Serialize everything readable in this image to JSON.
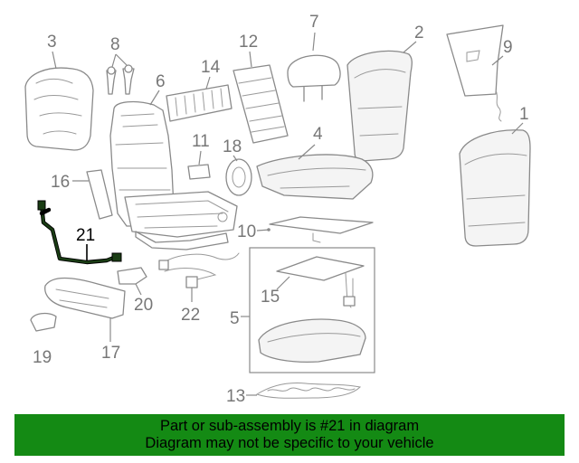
{
  "callouts": {
    "c1": "1",
    "c2": "2",
    "c3": "3",
    "c4": "4",
    "c5": "5",
    "c6": "6",
    "c7": "7",
    "c8": "8",
    "c9": "9",
    "c10": "10",
    "c11": "11",
    "c12": "12",
    "c13": "13",
    "c14": "14",
    "c15": "15",
    "c16": "16",
    "c17": "17",
    "c18": "18",
    "c19": "19",
    "c20": "20",
    "c21": "21",
    "c22": "22"
  },
  "highlighted_part": "21",
  "colors": {
    "banner": "#148a14",
    "highlight": "#000000",
    "line": "#8a8a8a"
  },
  "banner": {
    "line1": "Part or sub-assembly is #21 in diagram",
    "line2": "Diagram may not be specific to your vehicle"
  }
}
